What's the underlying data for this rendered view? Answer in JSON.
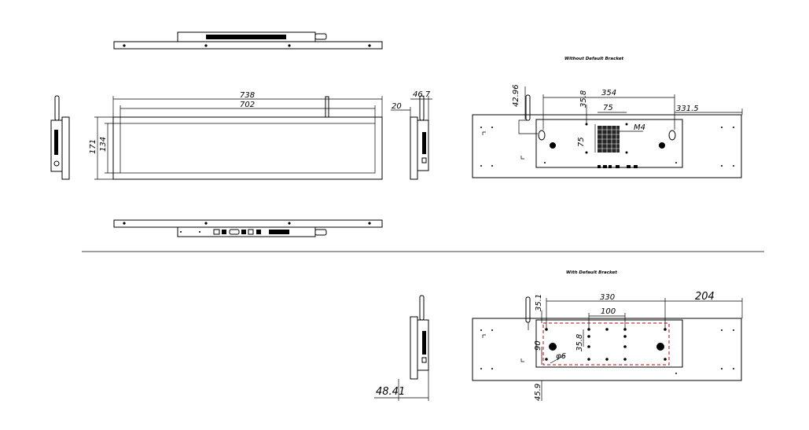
{
  "captions": {
    "without_bracket": "Without Default Bracket",
    "with_bracket": "With Default Bracket"
  },
  "dims": {
    "d738": "738",
    "d702": "702",
    "d171": "171",
    "d134": "134",
    "d20": "20",
    "d46_7": "46.7",
    "d42_96": "42.96",
    "d354": "354",
    "d35_8a": "35.8",
    "d75a": "75",
    "d331_5": "331.5",
    "m4": "M4",
    "d75b": "75",
    "d35_1": "35.1",
    "d330": "330",
    "d204": "204",
    "d100": "100",
    "d35_8b": "35.8",
    "d90": "90",
    "phi6": "φ6",
    "d45_9": "45.9",
    "d48_41": "48.41"
  }
}
